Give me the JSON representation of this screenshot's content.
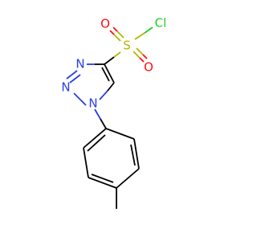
{
  "molecule": {
    "atoms": {
      "n1": {
        "label": "N",
        "color": "#2a3ee6"
      },
      "n2": {
        "label": "N",
        "color": "#2a3ee6"
      },
      "n3": {
        "label": "N",
        "color": "#2a3ee6"
      },
      "s": {
        "label": "S",
        "color": "#b5b400"
      },
      "o1": {
        "label": "O",
        "color": "#ff0d0d"
      },
      "o2": {
        "label": "O",
        "color": "#ff0d0d"
      },
      "cl": {
        "label": "Cl",
        "color": "#1fce1f"
      }
    },
    "bond_color": "#000000"
  }
}
